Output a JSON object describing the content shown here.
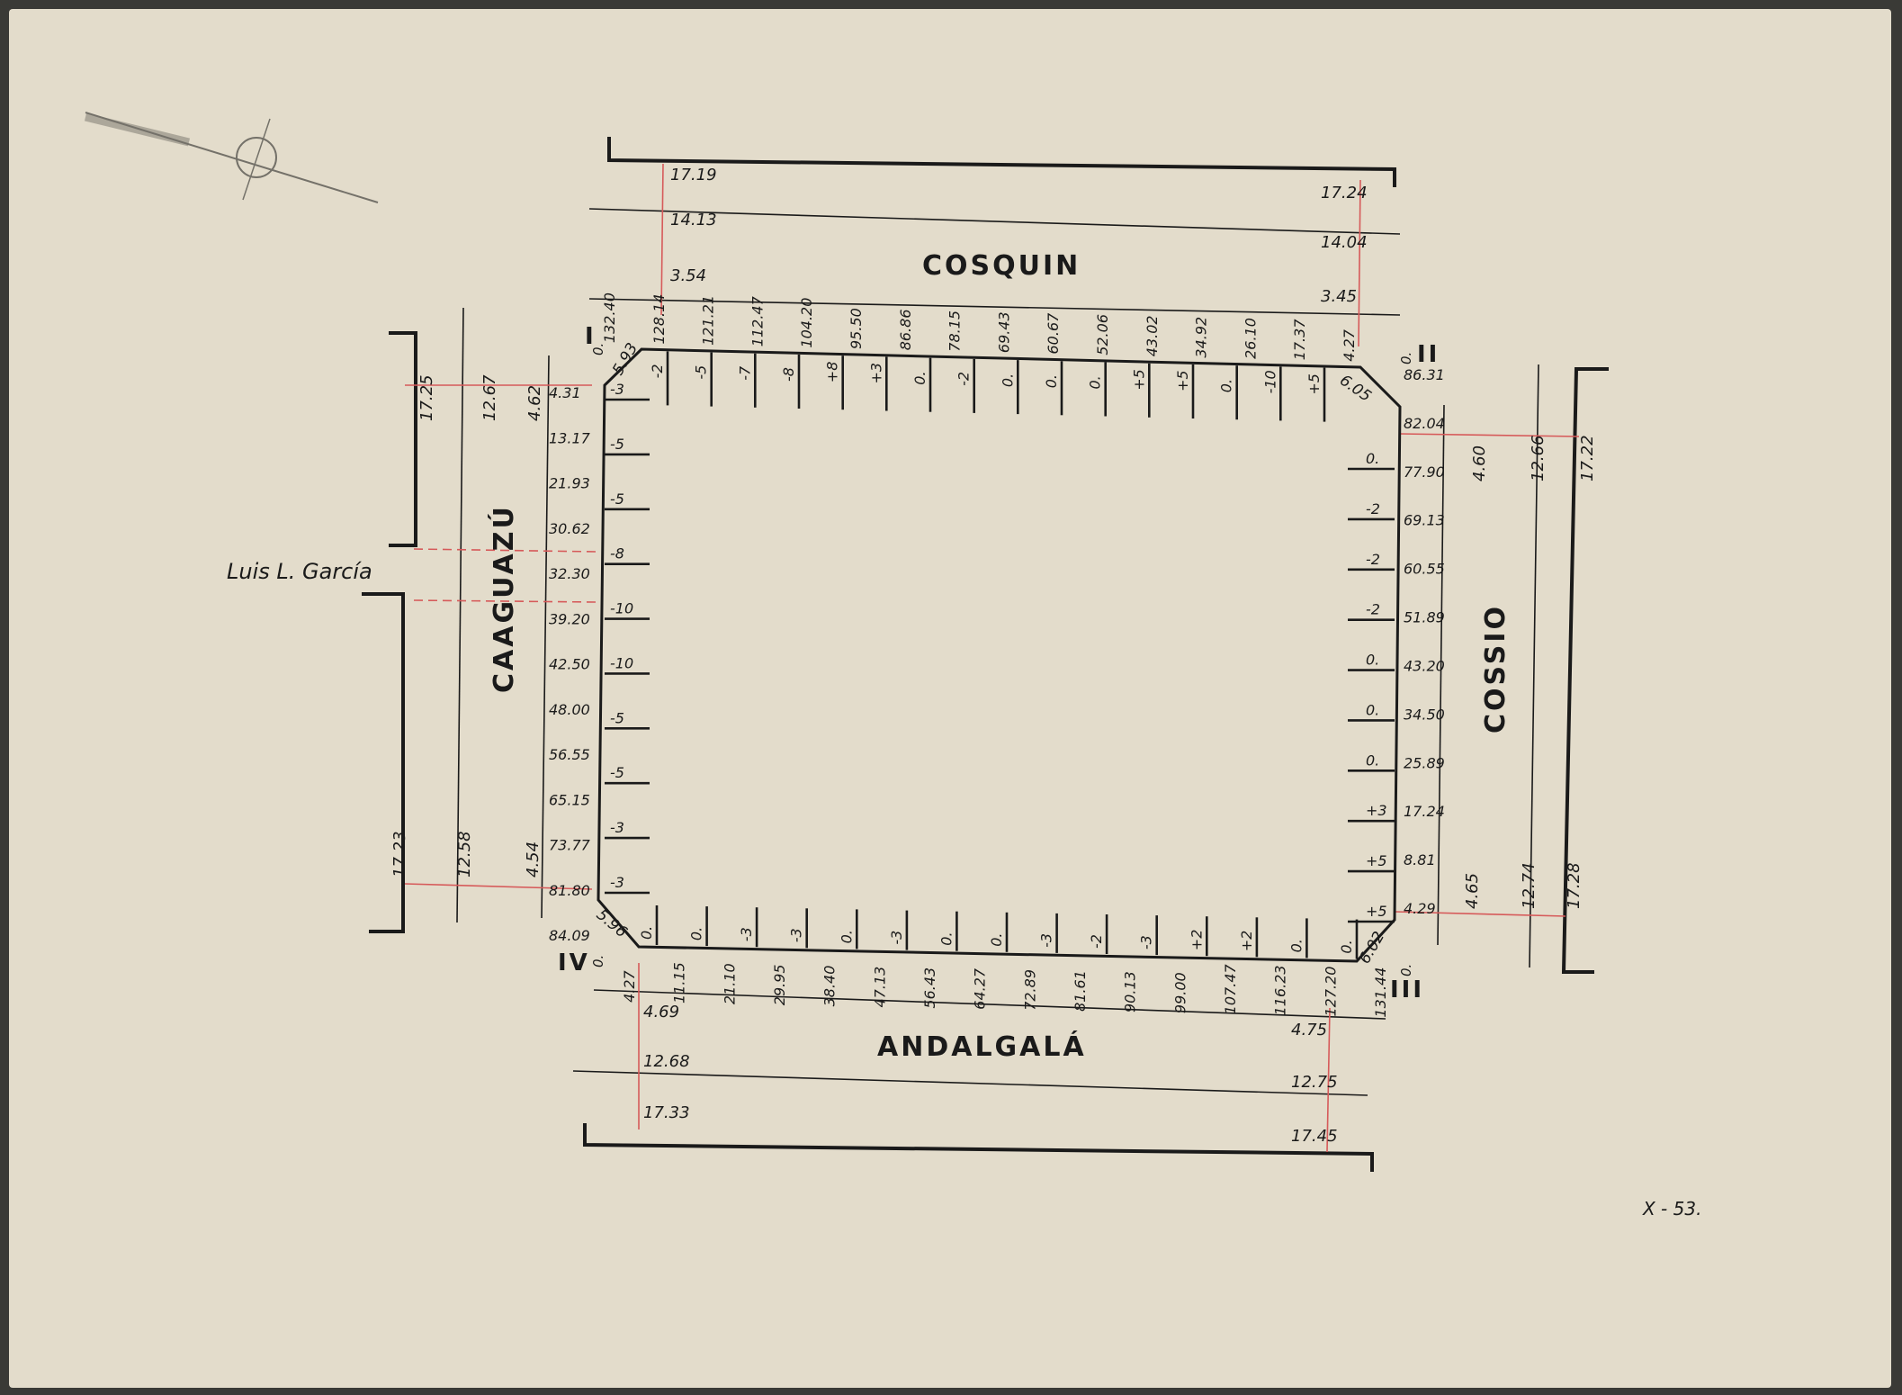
{
  "streets": {
    "north": "COSQUIN",
    "south": "ANDALGALÁ",
    "west": "CAAGUAZÚ",
    "east": "COSSIO",
    "side_street": "Luis L. García"
  },
  "corners": {
    "c1": "I",
    "c2": "II",
    "c3": "III",
    "c4": "IV"
  },
  "corner_zero": {
    "c1": "0.",
    "c2": "0.",
    "c3": "0.",
    "c4": "0."
  },
  "corner_chamfers": {
    "c1": "5.93",
    "c2": "6.05",
    "c3": "6.02",
    "c4": "5.96"
  },
  "north_side": {
    "chainage": [
      "132.40",
      "128.14",
      "121.21",
      "112.47",
      "104.20",
      "95.50",
      "86.86",
      "78.15",
      "69.43",
      "60.67",
      "52.06",
      "43.02",
      "34.92",
      "26.10",
      "17.37",
      "4.27"
    ],
    "levels": [
      "-2",
      "-5",
      "-7",
      "-8",
      "+8",
      "+3",
      "0.",
      "-2",
      "0.",
      "0.",
      "0.",
      "+5",
      "+5",
      "0.",
      "-10",
      "+5"
    ]
  },
  "west_side": {
    "chainage": [
      "4.31",
      "13.17",
      "21.93",
      "30.62",
      "32.30",
      "39.20",
      "42.50",
      "48.00",
      "56.55",
      "65.15",
      "73.77",
      "81.80",
      "84.09"
    ],
    "levels": [
      "-3",
      "-5",
      "-5",
      "-8",
      "-10",
      "-10",
      "-5",
      "-5",
      "-3",
      "-3"
    ]
  },
  "east_side": {
    "chainage": [
      "86.31",
      "82.04",
      "77.90",
      "69.13",
      "60.55",
      "51.89",
      "43.20",
      "34.50",
      "25.89",
      "17.24",
      "8.81",
      "4.29"
    ],
    "levels": [
      "0.",
      "-2",
      "-2",
      "-2",
      "0.",
      "0.",
      "0.",
      "+3",
      "+5",
      "+5"
    ]
  },
  "south_side": {
    "chainage": [
      "4.27",
      "11.15",
      "21.10",
      "29.95",
      "38.40",
      "47.13",
      "56.43",
      "64.27",
      "72.89",
      "81.61",
      "90.13",
      "99.00",
      "107.47",
      "116.23",
      "127.20",
      "131.44"
    ],
    "levels": [
      "0.",
      "0.",
      "-3",
      "-3",
      "0.",
      "-3",
      "0.",
      "0.",
      "-3",
      "-2",
      "-3",
      "+2",
      "+2",
      "0.",
      "0."
    ]
  },
  "widths": {
    "north_west": [
      "17.19",
      "14.13",
      "3.54"
    ],
    "north_east": [
      "17.24",
      "14.04",
      "3.45"
    ],
    "south_west": [
      "4.69",
      "12.68",
      "17.33"
    ],
    "south_east": [
      "4.75",
      "12.75",
      "17.45"
    ],
    "west_top": [
      "17.25",
      "12.67",
      "4.62"
    ],
    "west_bottom": [
      "17.23",
      "12.58",
      "4.54"
    ],
    "east_top": [
      "4.60",
      "12.66",
      "17.22"
    ],
    "east_bottom": [
      "4.65",
      "12.74",
      "17.28"
    ]
  },
  "sheet_ref": "X - 53."
}
